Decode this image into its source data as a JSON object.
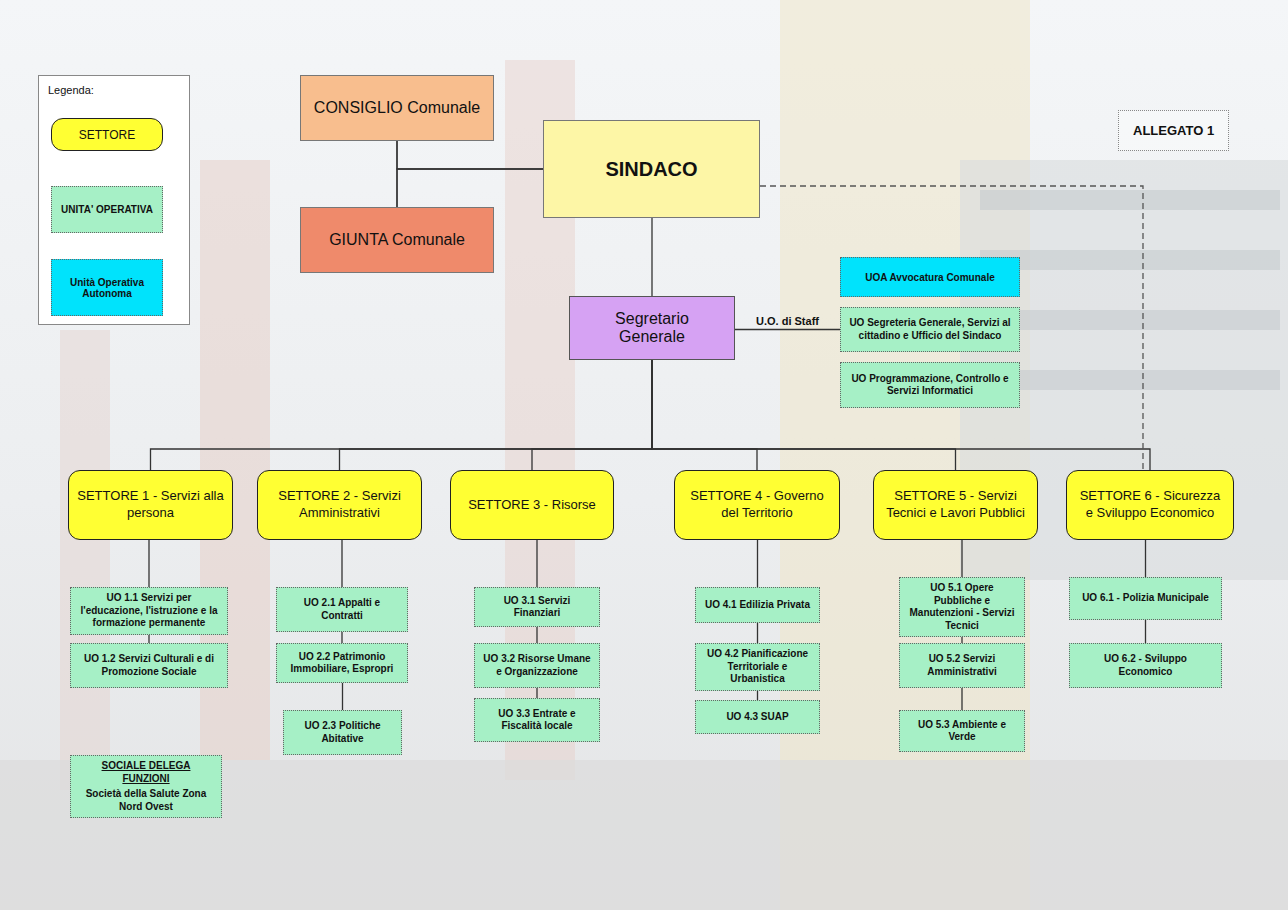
{
  "diagram": {
    "nodes": [
      {
        "text": [
          "CONSIGLIO Comunale"
        ]
      },
      {
        "text": [
          "SINDACO"
        ]
      },
      {
        "text": [
          "GIUNTA Comunale"
        ]
      },
      {
        "text": [
          "UOA Avvocatura Comunale"
        ]
      },
      {
        "text": [
          "Segretario Generale"
        ]
      },
      {
        "text": [
          "UO Segreteria Generale, Servizi al cittadino e Ufficio del Sindaco"
        ]
      },
      {
        "text": [
          "UO Programmazione, Controllo e Servizi Informatici"
        ]
      },
      {
        "text": [
          "SETTORE 1 - Servizi alla persona"
        ]
      },
      {
        "text": [
          "UO 1.1 Servizi per l'educazione, l'istruzione e la formazione permanente"
        ]
      },
      {
        "text": [
          "UO 1.2 Servizi Culturali e di Promozione Sociale"
        ]
      },
      {
        "text": [
          "SOCIALE DELEGA FUNZIONI",
          "Società della Salute Zona Nord Ovest"
        ]
      },
      {
        "text": [
          "SETTORE 2 - Servizi Amministrativi"
        ]
      },
      {
        "text": [
          "UO 2.1 Appalti e Contratti"
        ]
      },
      {
        "text": [
          "UO 2.2 Patrimonio Immobiliare, Espropri"
        ]
      },
      {
        "text": [
          "UO 2.3 Politiche Abitative"
        ]
      },
      {
        "text": [
          "SETTORE 3 - Risorse"
        ]
      },
      {
        "text": [
          "UO 3.1 Servizi Finanziari"
        ]
      },
      {
        "text": [
          "UO 3.2 Risorse Umane e Organizzazione"
        ]
      },
      {
        "text": [
          "UO 3.3 Entrate e Fiscalità locale"
        ]
      },
      {
        "text": [
          "SETTORE 4 - Governo del Territorio"
        ]
      },
      {
        "text": [
          "UO 4.1 Edilizia Privata"
        ]
      },
      {
        "text": [
          "UO 4.2 Pianificazione Territoriale e Urbanistica"
        ]
      },
      {
        "text": [
          "UO 4.3 SUAP"
        ]
      },
      {
        "text": [
          "SETTORE 5 - Servizi Tecnici e Lavori Pubblici"
        ]
      },
      {
        "text": [
          "UO 5.1 Opere Pubbliche e Manutenzioni - Servizi Tecnici"
        ]
      },
      {
        "text": [
          "UO 5.2 Servizi Amministrativi"
        ]
      },
      {
        "text": [
          "UO 5.3 Ambiente e Verde"
        ]
      },
      {
        "text": [
          "SETTORE 6 - Sicurezza e Sviluppo Economico"
        ]
      },
      {
        "text": [
          "UO 6.1 - Polizia Municipale"
        ]
      },
      {
        "text": [
          "UO 6.2 - Sviluppo Economico"
        ]
      }
    ],
    "edges": [
      {
        "from": 0,
        "to": 2,
        "arrow": "none"
      },
      {
        "from": 1,
        "to": 0,
        "arrow": "none"
      },
      {
        "from": 1,
        "to": 2,
        "arrow": "none"
      },
      {
        "from": 1,
        "to": 4,
        "arrow": "none"
      },
      {
        "from": 4,
        "to": 5,
        "label": "U.O. di Staff",
        "arrow": "none"
      },
      {
        "from": 4,
        "to": 7,
        "arrow": "none"
      },
      {
        "from": 4,
        "to": 11,
        "arrow": "none"
      },
      {
        "from": 4,
        "to": 15,
        "arrow": "none"
      },
      {
        "from": 4,
        "to": 19,
        "arrow": "none"
      },
      {
        "from": 4,
        "to": 23,
        "arrow": "none"
      },
      {
        "from": 4,
        "to": 27,
        "arrow": "none"
      },
      {
        "from": 1,
        "to": 27,
        "arrow": "none"
      },
      {
        "from": 7,
        "to": 8,
        "arrow": "none"
      },
      {
        "from": 8,
        "to": 9,
        "arrow": "none"
      },
      {
        "from": 11,
        "to": 12,
        "arrow": "none"
      },
      {
        "from": 12,
        "to": 13,
        "arrow": "none"
      },
      {
        "from": 13,
        "to": 14,
        "arrow": "none"
      },
      {
        "from": 15,
        "to": 16,
        "arrow": "none"
      },
      {
        "from": 16,
        "to": 17,
        "arrow": "none"
      },
      {
        "from": 17,
        "to": 18,
        "arrow": "none"
      },
      {
        "from": 19,
        "to": 20,
        "arrow": "none"
      },
      {
        "from": 20,
        "to": 21,
        "arrow": "none"
      },
      {
        "from": 21,
        "to": 22,
        "arrow": "none"
      },
      {
        "from": 23,
        "to": 24,
        "arrow": "none"
      },
      {
        "from": 24,
        "to": 25,
        "arrow": "none"
      },
      {
        "from": 25,
        "to": 26,
        "arrow": "none"
      },
      {
        "from": 27,
        "to": 28,
        "arrow": "none"
      },
      {
        "from": 28,
        "to": 29,
        "arrow": "none"
      }
    ],
    "labels": [
      "ALLEGATO 1",
      "Legenda:"
    ],
    "legend": [
      {
        "text": "SETTORE",
        "color": "#ffff33"
      },
      {
        "text": "UNITA' OPERATIVA",
        "color": "#a6f0c6"
      },
      {
        "text": "Unità Operativa Autonoma",
        "color": "#00e3fc"
      }
    ]
  }
}
